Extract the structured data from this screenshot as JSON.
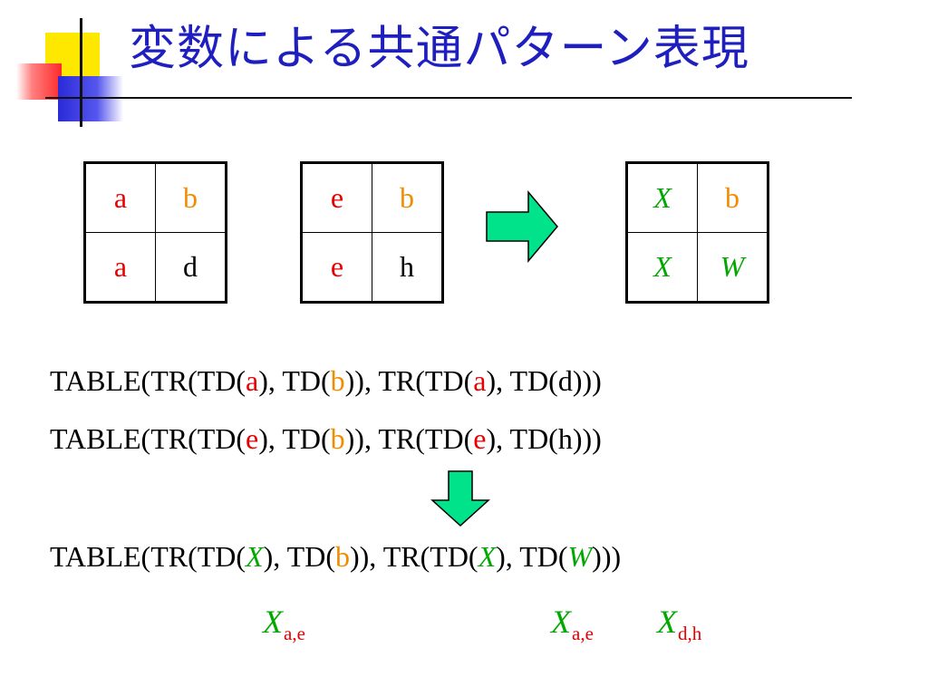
{
  "title": "変数による共通パターン表現",
  "colors": {
    "title": "#1f1fbf",
    "red": "#e60000",
    "orange": "#f08c00",
    "green": "#00a800",
    "arrow": "#00e38b"
  },
  "table1": [
    [
      "a",
      "b"
    ],
    [
      "a",
      "d"
    ]
  ],
  "table2": [
    [
      "e",
      "b"
    ],
    [
      "e",
      "h"
    ]
  ],
  "table3": [
    [
      "X",
      "b"
    ],
    [
      "X",
      "W"
    ]
  ],
  "lines": [
    [
      {
        "t": "TABLE(TR(TD(",
        "c": "k"
      },
      {
        "t": "a",
        "c": "r"
      },
      {
        "t": "), TD(",
        "c": "k"
      },
      {
        "t": "b",
        "c": "o"
      },
      {
        "t": ")), TR(TD(",
        "c": "k"
      },
      {
        "t": "a",
        "c": "r"
      },
      {
        "t": "), TD(d)))",
        "c": "k"
      }
    ],
    [
      {
        "t": "TABLE(TR(TD(",
        "c": "k"
      },
      {
        "t": "e",
        "c": "r"
      },
      {
        "t": "), TD(",
        "c": "k"
      },
      {
        "t": "b",
        "c": "o"
      },
      {
        "t": ")), TR(TD(",
        "c": "k"
      },
      {
        "t": "e",
        "c": "r"
      },
      {
        "t": "), TD(h)))",
        "c": "k"
      }
    ],
    [
      {
        "t": "TABLE(TR(TD(",
        "c": "k"
      },
      {
        "t": "X",
        "c": "g"
      },
      {
        "t": "), TD(",
        "c": "k"
      },
      {
        "t": "b",
        "c": "o"
      },
      {
        "t": ")), TR(TD(",
        "c": "k"
      },
      {
        "t": "X",
        "c": "g"
      },
      {
        "t": "), TD(",
        "c": "k"
      },
      {
        "t": "W",
        "c": "g"
      },
      {
        "t": ")))",
        "c": "k"
      }
    ]
  ],
  "subs": [
    {
      "var": "X",
      "sub": "a,e"
    },
    {
      "var": "X",
      "sub": "a,e"
    },
    {
      "var": "X",
      "sub": "d,h"
    }
  ]
}
